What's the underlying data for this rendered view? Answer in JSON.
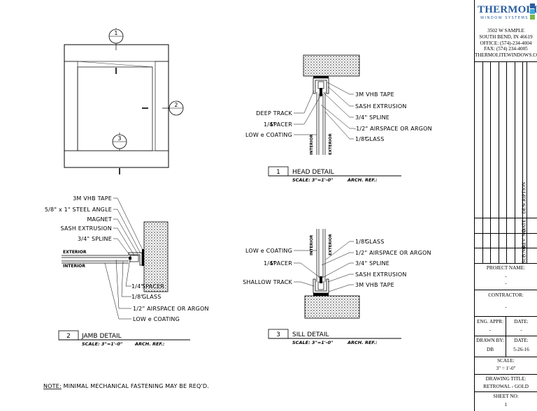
{
  "head_detail": {
    "number": "1",
    "title": "HEAD DETAIL",
    "scale": "SCALE: 3\"=1'-0\"",
    "ref": "ARCH. REF.:",
    "callouts_right": [
      "3M VHB TAPE",
      "SASH EXTRUSION",
      "3/4\" SPLINE",
      "-1/2\" AIRSPACE OR ARGON",
      "GLASS"
    ],
    "callouts_left": [
      "DEEP TRACK",
      "SPACER",
      "LOW e COATING"
    ],
    "interior": "INTERIOR",
    "exterior": "EXTERIOR"
  },
  "jamb_detail": {
    "number": "2",
    "title": "JAMB DETAIL",
    "scale": "SCALE: 3\"=1'-0\"",
    "ref": "ARCH. REF.:",
    "callouts_top": [
      "3M VHB TAPE",
      "5/8\" x 1\" STEEL ANGLE",
      "MAGNET",
      "SASH EXTRUSION",
      "3/4\" SPLINE"
    ],
    "callouts_bottom": [
      "SPACER",
      "GLASS",
      "1/2\" AIRSPACE OR ARGON",
      "LOW e COATING"
    ],
    "interior": "INTERIOR",
    "exterior": "EXTERIOR"
  },
  "sill_detail": {
    "number": "3",
    "title": "SILL DETAIL",
    "scale": "SCALE: 3\"=1'-0\"",
    "ref": "ARCH. REF.:",
    "callouts_right": [
      "GLASS",
      "1/2\" AIRSPACE OR ARGON",
      "3/4\" SPLINE",
      "SASH EXTRUSION",
      "3M VHB TAPE"
    ],
    "callouts_left": [
      "LOW e COATING",
      "SPACER",
      "SHALLOW TRACK"
    ],
    "interior": "INTERIOR",
    "exterior": "EXTERIOR"
  },
  "elevation": {
    "markers": [
      "1",
      "2",
      "3"
    ]
  },
  "fractions": {
    "quarter": "1/4\"",
    "eighth": "1/8\""
  },
  "note": {
    "label": "NOTE:",
    "text": " MINIMAL MECHANICAL FASTENING MAY BE REQ'D."
  },
  "titleblock": {
    "logo_word": "THERMOLITE",
    "logo_sub": "WINDOW SYSTEMS",
    "logo_colors": [
      "#2a5ea0",
      "#3fa9d8",
      "#7ab648",
      "#d7262b"
    ],
    "address": [
      "3502 W SAMPLE",
      "SOUTH BEND, IN 46619",
      "OFFICE: (574)-234-4004",
      "FAX: (574) 234-4005",
      "THERMOLITEWINDOWS.COM"
    ],
    "revision_headers": {
      "sub": "SUB NO.",
      "rev": "REV. NO.",
      "date": "DATE",
      "description": "DESCRIPTION"
    },
    "project_name_label": "PROJECT NAME:",
    "project_name_value": "-",
    "project_name_value2": "-",
    "contractor_label": "CONTRACTOR:",
    "contractor_value": "-",
    "eng_appr_label": "ENG. APPR:",
    "eng_appr_value": "-",
    "date1_label": "DATE:",
    "date1_value": "-",
    "drawn_by_label": "DRAWN BY:",
    "drawn_by_value": "DB",
    "date2_label": "DATE:",
    "date2_value": "5-26-16",
    "scale_label": "SCALE:",
    "scale_value": "3\" = 1'-0\"",
    "drawing_title_label": "DRAWING TITLE:",
    "drawing_title_value": "RETROWAL - GOLD",
    "sheet_no_label": "SHEET NO:",
    "sheet_no_value": "1"
  }
}
